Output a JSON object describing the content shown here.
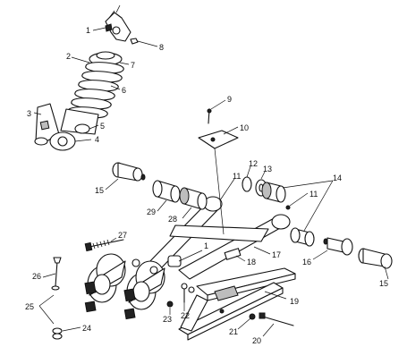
{
  "callouts": [
    "1",
    "2",
    "3",
    "4",
    "5",
    "6",
    "7",
    "8",
    "9",
    "10",
    "11",
    "11",
    "12",
    "13",
    "14",
    "15",
    "15",
    "16",
    "17",
    "18",
    "19",
    "20",
    "21",
    "22",
    "23",
    "24",
    "25",
    "26",
    "27",
    "28",
    "29",
    "1"
  ]
}
